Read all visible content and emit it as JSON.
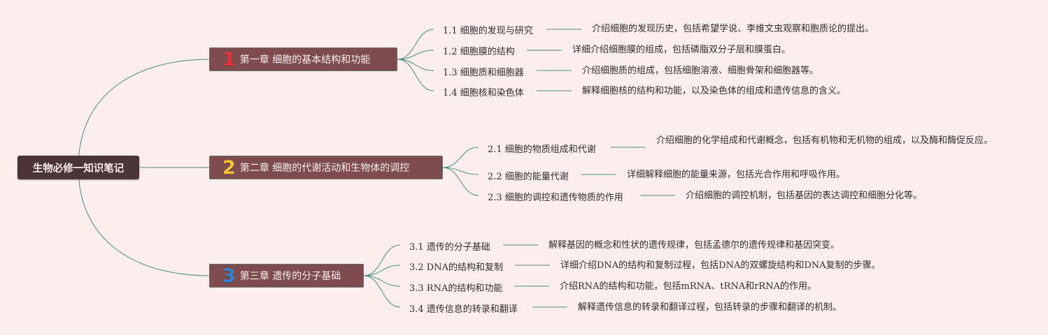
{
  "root": {
    "title": "生物必修一知识笔记"
  },
  "theme": {
    "background": "#fdeeee",
    "root_fill": "#4a3434",
    "chapter_fill": "#7e4c4f",
    "connector": "#4a8c7a"
  },
  "chapters": [
    {
      "number": "1",
      "number_color": "#e8323c",
      "title": "第一章 细胞的基本结构和功能",
      "sections": [
        {
          "label": "1.1 细胞的发现与研究",
          "desc": "介绍细胞的发现历史，包括希望学说、李维文虫观察和胞质论的提出。"
        },
        {
          "label": "1.2 细胞膜的结构",
          "desc": "详细介绍细胞膜的组成，包括磷脂双分子层和膜蛋白。"
        },
        {
          "label": "1.3 细胞质和细胞器",
          "desc": "介绍细胞质的组成，包括细胞溶液、细胞骨架和细胞器等。"
        },
        {
          "label": "1.4 细胞核和染色体",
          "desc": "解释细胞核的结构和功能，以及染色体的组成和遗传信息的含义。"
        }
      ]
    },
    {
      "number": "2",
      "number_color": "#f2c230",
      "title": "第二章 细胞的代谢活动和生物体的调控",
      "sections": [
        {
          "label": "2.1 细胞的物质组成和代谢",
          "desc": "介绍细胞的化学组成和代谢概念，包括有机物和无机物的组成，以及酶和酶促反应。"
        },
        {
          "label": "2.2 细胞的能量代谢",
          "desc": "详细解释细胞的能量来源，包括光合作用和呼吸作用。"
        },
        {
          "label": "2.3 细胞的调控和遗传物质的作用",
          "desc": "介绍细胞的调控机制，包括基因的表达调控和细胞分化等。"
        }
      ]
    },
    {
      "number": "3",
      "number_color": "#2f86d6",
      "title": "第三章 遗传的分子基础",
      "sections": [
        {
          "label": "3.1 遗传的分子基础",
          "desc": "解释基因的概念和性状的遗传规律，包括孟德尔的遗传规律和基因突变。"
        },
        {
          "label": "3.2 DNA的结构和复制",
          "desc": "详细介绍DNA的结构和复制过程，包括DNA的双螺旋结构和DNA复制的步骤。"
        },
        {
          "label": "3.3 RNA的结构和功能",
          "desc": "介绍RNA的结构和功能，包括mRNA、tRNA和rRNA的作用。"
        },
        {
          "label": "3.4 遗传信息的转录和翻译",
          "desc": "解释遗传信息的转录和翻译过程，包括转录的步骤和翻译的机制。"
        }
      ]
    }
  ]
}
